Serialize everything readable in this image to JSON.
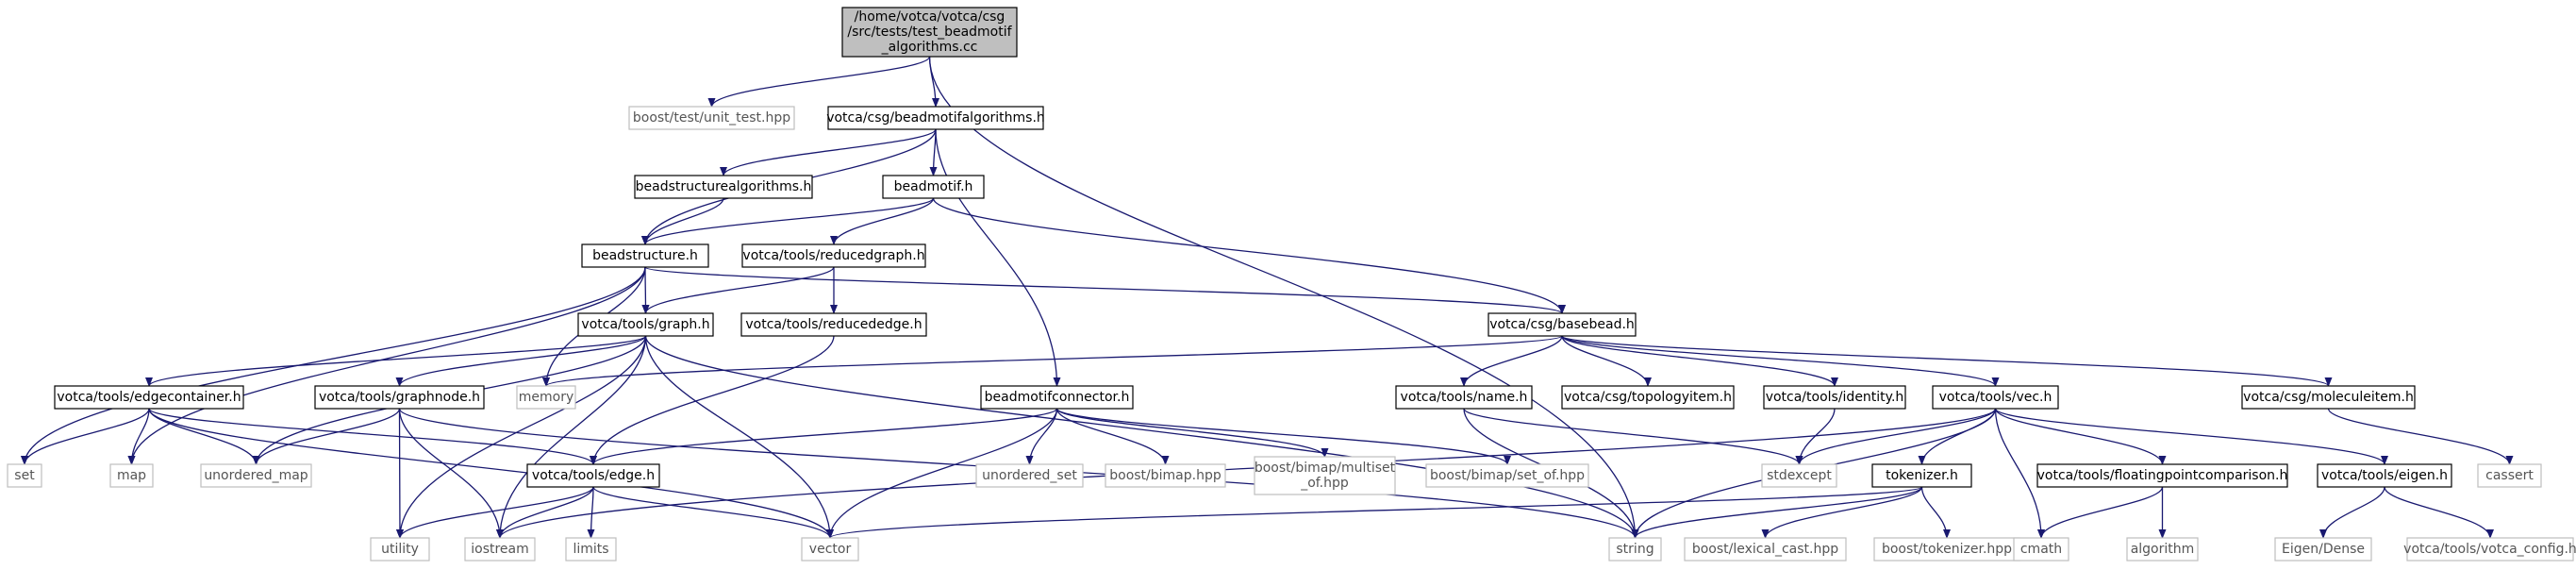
{
  "diagram": {
    "type": "include-dependency-graph",
    "colors": {
      "edge": "#191970",
      "root_fill": "#bfbfbf",
      "root_border": "#000000",
      "documented_border": "#000000",
      "external_border": "#bfbfbf",
      "external_text": "#555555"
    },
    "nodes": [
      {
        "id": "root",
        "lines": [
          "/home/votca/votca/csg",
          "/src/tests/test_beadmotif",
          "_algorithms.cc"
        ],
        "kind": "root"
      },
      {
        "id": "unit_test",
        "lines": [
          "boost/test/unit_test.hpp"
        ],
        "kind": "external"
      },
      {
        "id": "bma",
        "lines": [
          "votca/csg/beadmotifalgorithms.h"
        ],
        "kind": "documented"
      },
      {
        "id": "bsa",
        "lines": [
          "beadstructurealgorithms.h"
        ],
        "kind": "documented"
      },
      {
        "id": "bm",
        "lines": [
          "beadmotif.h"
        ],
        "kind": "documented"
      },
      {
        "id": "bs",
        "lines": [
          "beadstructure.h"
        ],
        "kind": "documented"
      },
      {
        "id": "rg",
        "lines": [
          "votca/tools/reducedgraph.h"
        ],
        "kind": "documented"
      },
      {
        "id": "re",
        "lines": [
          "votca/tools/reducededge.h"
        ],
        "kind": "documented"
      },
      {
        "id": "graph",
        "lines": [
          "votca/tools/graph.h"
        ],
        "kind": "documented"
      },
      {
        "id": "basebead",
        "lines": [
          "votca/csg/basebead.h"
        ],
        "kind": "documented"
      },
      {
        "id": "ec",
        "lines": [
          "votca/tools/edgecontainer.h"
        ],
        "kind": "documented"
      },
      {
        "id": "gn",
        "lines": [
          "votca/tools/graphnode.h"
        ],
        "kind": "documented"
      },
      {
        "id": "memory",
        "lines": [
          "memory"
        ],
        "kind": "external"
      },
      {
        "id": "bmc",
        "lines": [
          "beadmotifconnector.h"
        ],
        "kind": "documented"
      },
      {
        "id": "name",
        "lines": [
          "votca/tools/name.h"
        ],
        "kind": "documented"
      },
      {
        "id": "topitem",
        "lines": [
          "votca/csg/topologyitem.h"
        ],
        "kind": "documented"
      },
      {
        "id": "identity",
        "lines": [
          "votca/tools/identity.h"
        ],
        "kind": "documented"
      },
      {
        "id": "vec",
        "lines": [
          "votca/tools/vec.h"
        ],
        "kind": "documented"
      },
      {
        "id": "molitem",
        "lines": [
          "votca/csg/moleculeitem.h"
        ],
        "kind": "documented"
      },
      {
        "id": "set",
        "lines": [
          "set"
        ],
        "kind": "external"
      },
      {
        "id": "map",
        "lines": [
          "map"
        ],
        "kind": "external"
      },
      {
        "id": "umap",
        "lines": [
          "unordered_map"
        ],
        "kind": "external"
      },
      {
        "id": "edge",
        "lines": [
          "votca/tools/edge.h"
        ],
        "kind": "documented"
      },
      {
        "id": "uset",
        "lines": [
          "unordered_set"
        ],
        "kind": "external"
      },
      {
        "id": "bimap",
        "lines": [
          "boost/bimap.hpp"
        ],
        "kind": "external"
      },
      {
        "id": "multiset",
        "lines": [
          "boost/bimap/multiset",
          "_of.hpp"
        ],
        "kind": "external"
      },
      {
        "id": "setof",
        "lines": [
          "boost/bimap/set_of.hpp"
        ],
        "kind": "external"
      },
      {
        "id": "stdexcept",
        "lines": [
          "stdexcept"
        ],
        "kind": "external"
      },
      {
        "id": "tokenizer",
        "lines": [
          "tokenizer.h"
        ],
        "kind": "documented"
      },
      {
        "id": "fpc",
        "lines": [
          "votca/tools/floatingpointcomparison.h"
        ],
        "kind": "documented"
      },
      {
        "id": "eigen",
        "lines": [
          "votca/tools/eigen.h"
        ],
        "kind": "documented"
      },
      {
        "id": "cassert",
        "lines": [
          "cassert"
        ],
        "kind": "external"
      },
      {
        "id": "utility",
        "lines": [
          "utility"
        ],
        "kind": "external"
      },
      {
        "id": "iostream",
        "lines": [
          "iostream"
        ],
        "kind": "external"
      },
      {
        "id": "limits",
        "lines": [
          "limits"
        ],
        "kind": "external"
      },
      {
        "id": "vector",
        "lines": [
          "vector"
        ],
        "kind": "external"
      },
      {
        "id": "string",
        "lines": [
          "string"
        ],
        "kind": "external"
      },
      {
        "id": "lexcast",
        "lines": [
          "boost/lexical_cast.hpp"
        ],
        "kind": "external"
      },
      {
        "id": "btok",
        "lines": [
          "boost/tokenizer.hpp"
        ],
        "kind": "external"
      },
      {
        "id": "cmath",
        "lines": [
          "cmath"
        ],
        "kind": "external"
      },
      {
        "id": "algorithm",
        "lines": [
          "algorithm"
        ],
        "kind": "external"
      },
      {
        "id": "eigendense",
        "lines": [
          "Eigen/Dense"
        ],
        "kind": "external"
      },
      {
        "id": "vconfig",
        "lines": [
          "votca/tools/votca_config.h"
        ],
        "kind": "external"
      }
    ],
    "edges": [
      [
        "root",
        "unit_test"
      ],
      [
        "root",
        "bma"
      ],
      [
        "root",
        "string"
      ],
      [
        "bma",
        "bsa"
      ],
      [
        "bma",
        "bm"
      ],
      [
        "bma",
        "bs"
      ],
      [
        "bma",
        "bmc"
      ],
      [
        "bsa",
        "bs"
      ],
      [
        "bm",
        "bs"
      ],
      [
        "bm",
        "rg"
      ],
      [
        "bm",
        "basebead"
      ],
      [
        "bs",
        "graph"
      ],
      [
        "bs",
        "basebead"
      ],
      [
        "bs",
        "memory"
      ],
      [
        "bs",
        "set"
      ],
      [
        "bs",
        "map"
      ],
      [
        "rg",
        "graph"
      ],
      [
        "rg",
        "re"
      ],
      [
        "re",
        "edge"
      ],
      [
        "graph",
        "ec"
      ],
      [
        "graph",
        "gn"
      ],
      [
        "graph",
        "umap"
      ],
      [
        "graph",
        "utility"
      ],
      [
        "graph",
        "iostream"
      ],
      [
        "graph",
        "vector"
      ],
      [
        "graph",
        "string"
      ],
      [
        "basebead",
        "memory"
      ],
      [
        "basebead",
        "name"
      ],
      [
        "basebead",
        "topitem"
      ],
      [
        "basebead",
        "identity"
      ],
      [
        "basebead",
        "vec"
      ],
      [
        "basebead",
        "molitem"
      ],
      [
        "ec",
        "set"
      ],
      [
        "ec",
        "map"
      ],
      [
        "ec",
        "umap"
      ],
      [
        "ec",
        "edge"
      ],
      [
        "ec",
        "vector"
      ],
      [
        "gn",
        "umap"
      ],
      [
        "gn",
        "utility"
      ],
      [
        "gn",
        "iostream"
      ],
      [
        "gn",
        "string"
      ],
      [
        "bmc",
        "edge"
      ],
      [
        "bmc",
        "uset"
      ],
      [
        "bmc",
        "bimap"
      ],
      [
        "bmc",
        "multiset"
      ],
      [
        "bmc",
        "setof"
      ],
      [
        "bmc",
        "vector"
      ],
      [
        "edge",
        "utility"
      ],
      [
        "edge",
        "iostream"
      ],
      [
        "edge",
        "limits"
      ],
      [
        "edge",
        "vector"
      ],
      [
        "name",
        "string"
      ],
      [
        "name",
        "stdexcept"
      ],
      [
        "identity",
        "stdexcept"
      ],
      [
        "vec",
        "stdexcept"
      ],
      [
        "vec",
        "tokenizer"
      ],
      [
        "vec",
        "fpc"
      ],
      [
        "vec",
        "eigen"
      ],
      [
        "vec",
        "cmath"
      ],
      [
        "vec",
        "string"
      ],
      [
        "vec",
        "iostream"
      ],
      [
        "molitem",
        "cassert"
      ],
      [
        "tokenizer",
        "vector"
      ],
      [
        "tokenizer",
        "string"
      ],
      [
        "tokenizer",
        "lexcast"
      ],
      [
        "tokenizer",
        "btok"
      ],
      [
        "fpc",
        "cmath"
      ],
      [
        "fpc",
        "algorithm"
      ],
      [
        "eigen",
        "eigendense"
      ],
      [
        "eigen",
        "vconfig"
      ]
    ]
  }
}
